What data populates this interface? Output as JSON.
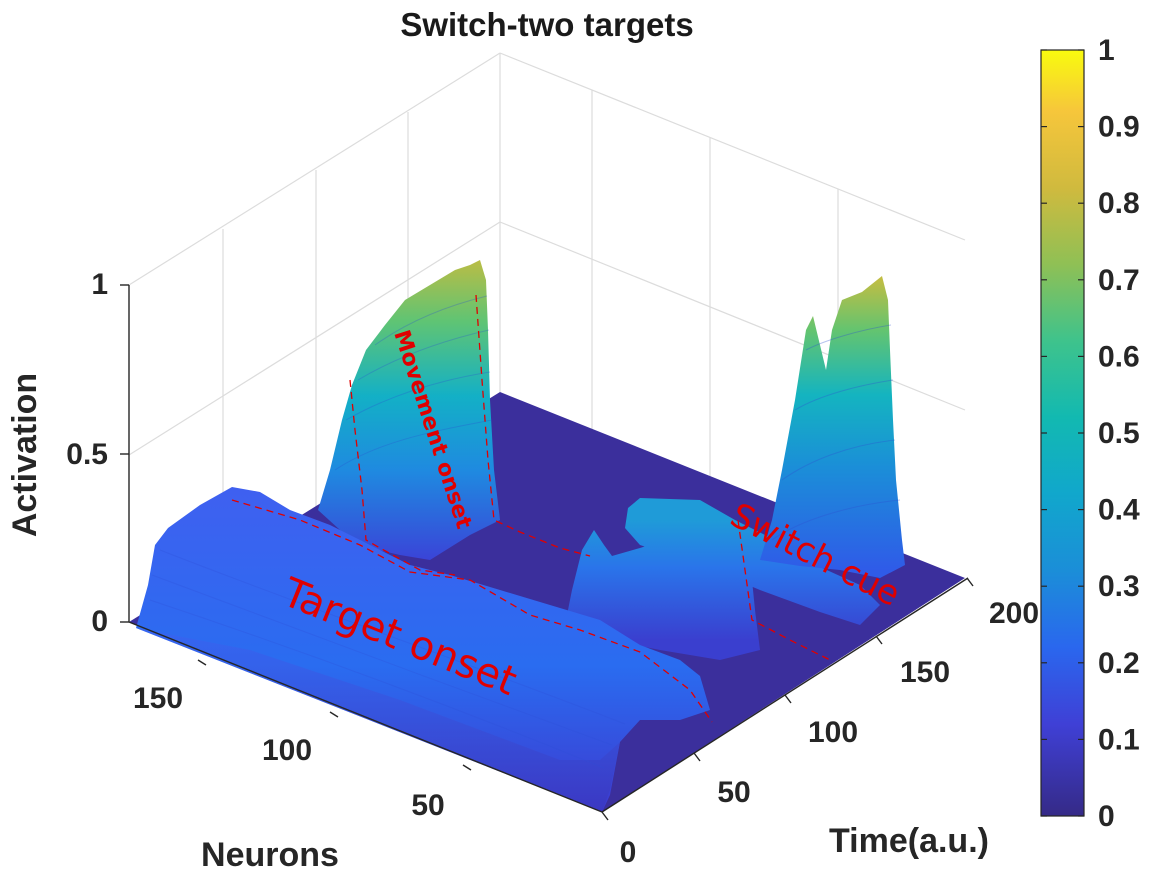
{
  "chart_data": {
    "type": "surface3d",
    "title": "Switch-two targets",
    "xlabel": "Time(a.u.)",
    "ylabel": "Neurons",
    "zlabel": "Activation",
    "xlim": [
      0,
      200
    ],
    "ylim": [
      0,
      180
    ],
    "zlim": [
      0,
      1
    ],
    "xticks": [
      "0",
      "50",
      "100",
      "150",
      "200"
    ],
    "yticks": [
      "50",
      "100",
      "150"
    ],
    "zticks": [
      "0",
      "0.5",
      "1"
    ],
    "colorbar": {
      "colormap": "parula",
      "range": [
        0,
        1
      ],
      "ticks": [
        "0",
        "0.1",
        "0.2",
        "0.3",
        "0.4",
        "0.5",
        "0.6",
        "0.7",
        "0.8",
        "0.9",
        "1"
      ]
    },
    "annotations": [
      "Target onset",
      "Movement onset",
      "Switch cue"
    ],
    "grid": true
  }
}
